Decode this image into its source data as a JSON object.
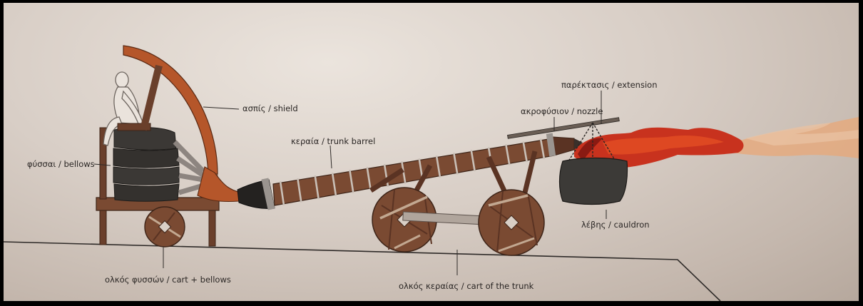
{
  "labels": {
    "shield": "ασπίς / shield",
    "bellows": "φύσσαι / bellows",
    "barrel": "κεραία / trunk barrel",
    "extension": "παρέκτασις / extension",
    "nozzle": "ακροφύσιον / nozzle",
    "cauldron": "λέβης / cauldron",
    "cart_bellows": "ολκός φυσσών / cart + bellows",
    "cart_trunk": "ολκός κεραίας / cart of the trunk"
  },
  "colors": {
    "wood": "#7a4a32",
    "wood_dark": "#5a3323",
    "shield": "#b5562a",
    "bellows": "#3b3835",
    "flame_red": "#c8321e",
    "flame_orange": "#e69a5c",
    "cauldron": "#3c3a37"
  }
}
